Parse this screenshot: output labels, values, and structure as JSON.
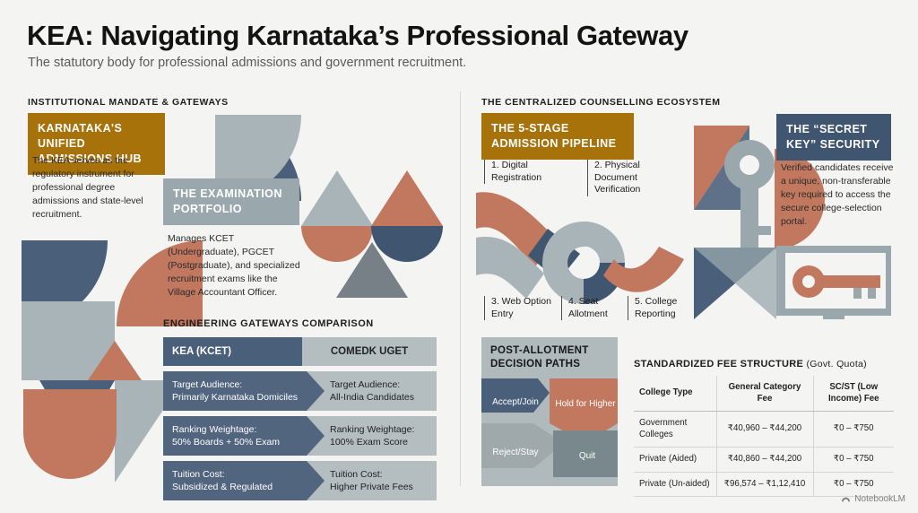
{
  "header": {
    "title": "KEA: Navigating Karnataka’s Professional Gateway",
    "subtitle": "The statutory body for professional admissions and government recruitment."
  },
  "sections": {
    "left_header": "INSTITUTIONAL MANDATE & GATEWAYS",
    "right_header": "THE CENTRALIZED COUNSELLING ECOSYSTEM"
  },
  "cards": {
    "hub": {
      "title": "KARNATAKA'S UNIFIED ADMISSIONS HUB",
      "body": "The KEA serves as the regulatory instrument for professional degree admissions and state-level recruitment."
    },
    "exam": {
      "title": "THE EXAMINATION PORTFOLIO",
      "body": "Manages KCET (Undergraduate), PGCET (Postgraduate), and specialized recruitment exams like the Village Accountant Officer."
    },
    "pipeline": {
      "title": "THE 5-STAGE ADMISSION PIPELINE"
    },
    "key": {
      "title": "THE “SECRET KEY” SECURITY",
      "body": "Verified candidates receive a unique, non-transferable key required to access the secure college-selection portal."
    },
    "decision": {
      "title": "POST-ALLOTMENT DECISION PATHS"
    }
  },
  "pipeline_stages": [
    {
      "label": "1. Digital Registration"
    },
    {
      "label": "2. Physical Document Verification"
    },
    {
      "label": "3. Web Option Entry"
    },
    {
      "label": "4. Seat Allotment"
    },
    {
      "label": "5. College Reporting"
    }
  ],
  "decision_tiles": [
    {
      "label": "Accept/Join",
      "color": "#4a5f7a"
    },
    {
      "label": "Hold for Higher",
      "color": "#c17a63"
    },
    {
      "label": "Reject/Stay",
      "color": "#9fa9ac"
    },
    {
      "label": "Quit",
      "color": "#78888c"
    }
  ],
  "comparison": {
    "heading": "ENGINEERING GATEWAYS COMPARISON",
    "col_left": "KEA (KCET)",
    "col_right": "COMEDK UGET",
    "rows": [
      {
        "left_title": "Target Audience:",
        "left_value": "Primarily Karnataka Domiciles",
        "right_title": "Target Audience:",
        "right_value": "All-India Candidates"
      },
      {
        "left_title": "Ranking Weightage:",
        "left_value": "50% Boards + 50% Exam",
        "right_title": "Ranking Weightage:",
        "right_value": "100% Exam Score"
      },
      {
        "left_title": "Tuition Cost:",
        "left_value": "Subsidized & Regulated",
        "right_title": "Tuition Cost:",
        "right_value": "Higher Private Fees"
      }
    ]
  },
  "fee_structure": {
    "heading": "STANDARDIZED FEE STRUCTURE",
    "heading_sub": "(Govt. Quota)",
    "columns": [
      "College Type",
      "General Category Fee",
      "SC/ST (Low Income) Fee"
    ],
    "rows": [
      {
        "type": "Government Colleges",
        "general": "₹40,960 – ₹44,200",
        "scst": "₹0 – ₹750"
      },
      {
        "type": "Private (Aided)",
        "general": "₹40,860 – ₹44,200",
        "scst": "₹0 – ₹750"
      },
      {
        "type": "Private (Un-aided)",
        "general": "₹96,574 – ₹1,12,410",
        "scst": "₹0 – ₹750"
      }
    ]
  },
  "watermark": {
    "label": "NotebookLM"
  },
  "palette": {
    "ochre": "#a8720b",
    "navy": "#4a5f7a",
    "slate_grey": "#9aa8ae",
    "terracotta": "#c1785f",
    "background": "#f4f4f2"
  }
}
